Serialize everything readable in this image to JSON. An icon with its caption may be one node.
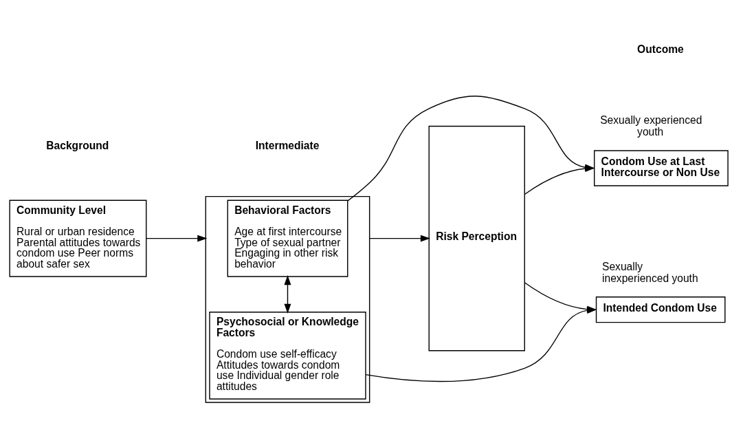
{
  "diagram": {
    "nodes": [
      {
        "text": [
          "Community Level",
          "Rural or urban residence Parental attitudes towards condom use Peer norms about safer sex"
        ]
      },
      {
        "text": [],
        "shape": "box"
      },
      {
        "text": [
          "Behavioral Factors",
          "Age at first intercourse Type of sexual partner Engaging in other risk behavior"
        ],
        "in": 1
      },
      {
        "text": [
          "Psychosocial or Knowledge Factors",
          "Condom use self-efficacy Attitudes towards condom use Individual gender role attitudes"
        ],
        "in": 1
      },
      {
        "text": [
          "Risk Perception"
        ]
      },
      {
        "text": [
          "Condom Use at Last Intercourse or Non Use"
        ],
        "beside": [
          "Sexually experienced youth"
        ]
      },
      {
        "text": [
          "Intended Condom Use"
        ],
        "beside": [
          "Sexually inexperienced youth"
        ]
      }
    ],
    "edges": [
      {
        "from": 0,
        "to": 1,
        "arrow": "to"
      },
      {
        "from": 2,
        "to": 5,
        "arrow": "to"
      },
      {
        "from": 2,
        "to": 3,
        "arrow": "both"
      },
      {
        "from": 1,
        "to": 4,
        "arrow": "to"
      },
      {
        "from": 4,
        "to": 5,
        "arrow": "to"
      },
      {
        "from": 4,
        "to": 6,
        "arrow": "to"
      },
      {
        "from": 3,
        "to": 6,
        "arrow": "to"
      }
    ],
    "labels": [
      "Background",
      "Intermediate",
      "Outcome"
    ]
  }
}
